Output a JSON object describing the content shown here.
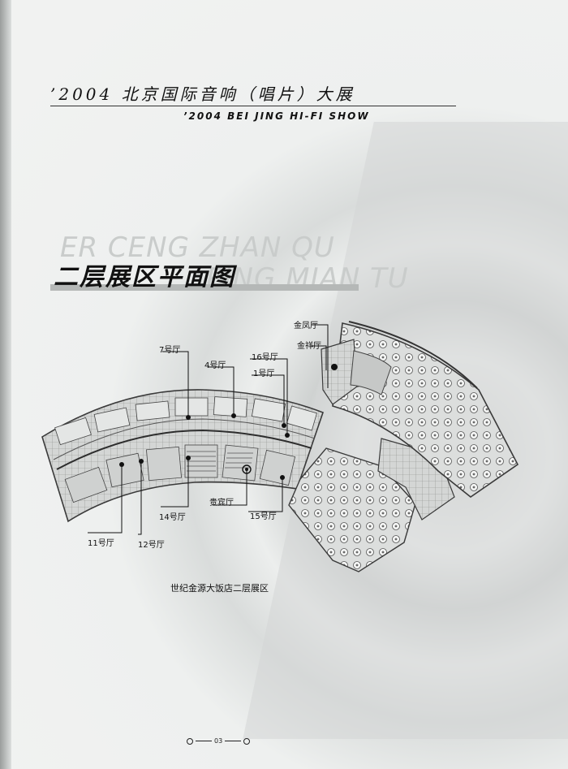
{
  "header": {
    "title_cn": "’2004 北京国际音响（唱片）大展",
    "title_en": "’2004 BEI JING HI-FI SHOW"
  },
  "section": {
    "ghost_pinyin_line1": "ER CENG ZHAN QU",
    "ghost_pinyin_line2": "PING MIAN TU",
    "title": "二层展区平面图"
  },
  "map": {
    "caption": "世纪金源大饭店二层展区",
    "halls": {
      "jinfeng": "金凤厅",
      "jinxiang": "金祥厅",
      "h7": "7号厅",
      "h4": "4号厅",
      "h16": "16号厅",
      "h1": "1号厅",
      "guibin": "贵宾厅",
      "h14": "14号厅",
      "h15": "15号厅",
      "h11": "11号厅",
      "h12": "12号厅"
    }
  },
  "footer": {
    "page_number": "03"
  },
  "colors": {
    "ink": "#111111",
    "paper": "#eef0ef",
    "plan_fill": "#d4d6d5",
    "plan_line": "#4a4a4a"
  }
}
